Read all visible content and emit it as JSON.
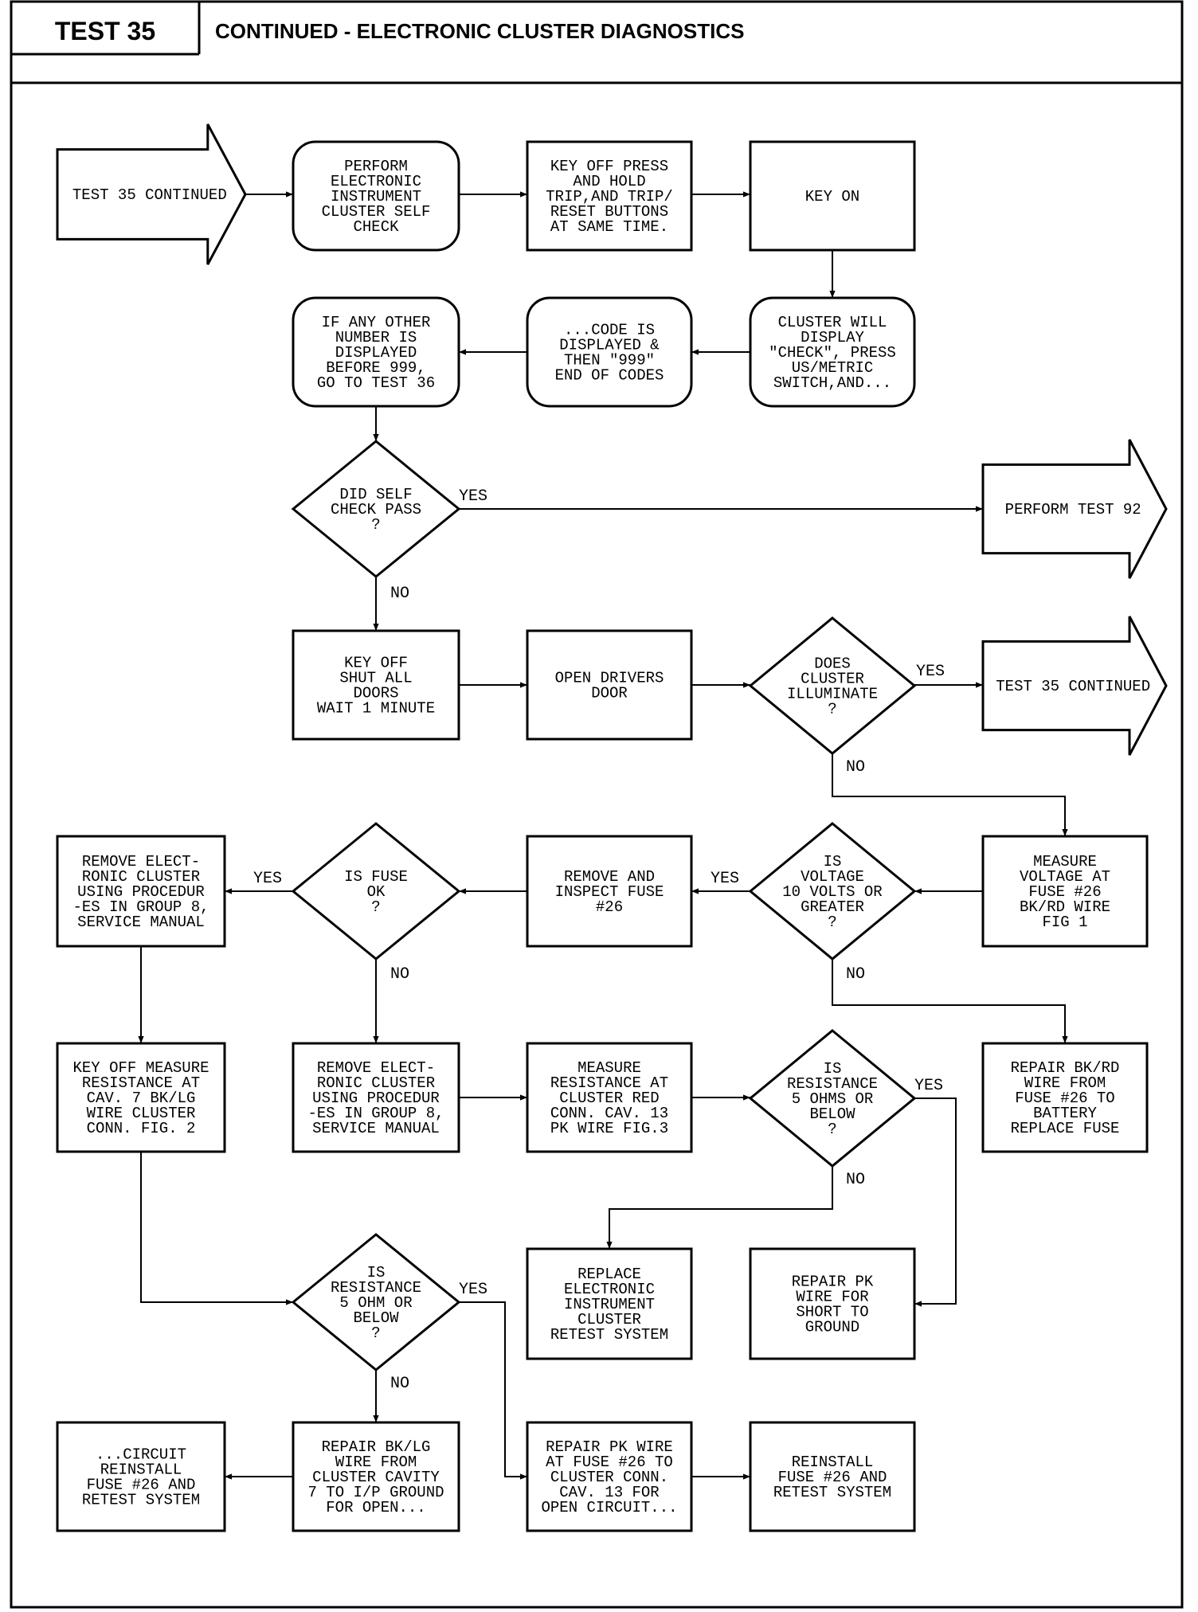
{
  "header": {
    "test_label": "TEST 35",
    "title": "CONTINUED - ELECTRONIC CLUSTER DIAGNOSTICS"
  },
  "nodes": [
    {
      "id": "start",
      "shape": "arrow",
      "lines": [
        "TEST 35 CONTINUED"
      ]
    },
    {
      "id": "self-check",
      "shape": "rounded",
      "lines": [
        "PERFORM",
        "ELECTRONIC",
        "INSTRUMENT",
        "CLUSTER SELF",
        "CHECK"
      ]
    },
    {
      "id": "key-off-press",
      "shape": "rect",
      "lines": [
        "KEY OFF PRESS",
        "AND HOLD",
        "TRIP,AND TRIP/",
        "RESET BUTTONS",
        "AT SAME TIME."
      ]
    },
    {
      "id": "key-on",
      "shape": "rect",
      "lines": [
        "KEY ON"
      ]
    },
    {
      "id": "cluster-display",
      "shape": "rounded",
      "lines": [
        "CLUSTER WILL",
        "DISPLAY",
        "\"CHECK\", PRESS",
        "US/METRIC",
        "SWITCH,AND..."
      ]
    },
    {
      "id": "code-displayed",
      "shape": "rounded",
      "lines": [
        "...CODE IS",
        "DISPLAYED &",
        "THEN \"999\"",
        "END OF CODES"
      ]
    },
    {
      "id": "other-number",
      "shape": "rounded",
      "lines": [
        "IF ANY OTHER",
        "NUMBER IS",
        "DISPLAYED",
        "BEFORE 999,",
        "GO TO TEST 36"
      ]
    },
    {
      "id": "did-pass",
      "shape": "diamond",
      "lines": [
        "DID SELF",
        "CHECK PASS",
        "?"
      ]
    },
    {
      "id": "test-92",
      "shape": "arrow",
      "lines": [
        "PERFORM TEST 92"
      ]
    },
    {
      "id": "shut-doors",
      "shape": "rect",
      "lines": [
        "KEY OFF",
        "SHUT ALL",
        "DOORS",
        "WAIT 1 MINUTE"
      ]
    },
    {
      "id": "open-door",
      "shape": "rect",
      "lines": [
        "OPEN DRIVERS",
        "DOOR"
      ]
    },
    {
      "id": "illuminate",
      "shape": "diamond",
      "lines": [
        "DOES",
        "CLUSTER",
        "ILLUMINATE",
        "?"
      ]
    },
    {
      "id": "test-35-cont",
      "shape": "arrow",
      "lines": [
        "TEST 35 CONTINUED"
      ]
    },
    {
      "id": "measure-voltage",
      "shape": "rect",
      "lines": [
        "MEASURE",
        "VOLTAGE AT",
        "FUSE #26",
        "BK/RD WIRE",
        "FIG 1"
      ]
    },
    {
      "id": "voltage-q",
      "shape": "diamond",
      "lines": [
        "IS",
        "VOLTAGE",
        "10 VOLTS OR",
        "GREATER",
        "?"
      ]
    },
    {
      "id": "remove-fuse",
      "shape": "rect",
      "lines": [
        "REMOVE AND",
        "INSPECT FUSE",
        "#26"
      ]
    },
    {
      "id": "fuse-ok",
      "shape": "diamond",
      "lines": [
        "IS FUSE",
        "OK",
        "?"
      ]
    },
    {
      "id": "remove-cluster-1",
      "shape": "rect",
      "lines": [
        "REMOVE ELECT-",
        "RONIC CLUSTER",
        "USING PROCEDUR",
        "-ES IN GROUP 8,",
        "SERVICE MANUAL"
      ]
    },
    {
      "id": "repair-bkrd",
      "shape": "rect",
      "lines": [
        "REPAIR BK/RD",
        "WIRE FROM",
        "FUSE #26 TO",
        "BATTERY",
        "REPLACE FUSE"
      ]
    },
    {
      "id": "key-off-measure",
      "shape": "rect",
      "lines": [
        "KEY OFF MEASURE",
        "RESISTANCE AT",
        "CAV. 7 BK/LG",
        "WIRE CLUSTER",
        "CONN. FIG. 2"
      ]
    },
    {
      "id": "remove-cluster-2",
      "shape": "rect",
      "lines": [
        "REMOVE ELECT-",
        "RONIC CLUSTER",
        "USING PROCEDUR",
        "-ES IN GROUP 8,",
        "SERVICE MANUAL"
      ]
    },
    {
      "id": "measure-resistance",
      "shape": "rect",
      "lines": [
        "MEASURE",
        "RESISTANCE AT",
        "CLUSTER RED",
        "CONN. CAV. 13",
        "PK WIRE FIG.3"
      ]
    },
    {
      "id": "resistance-5ohms",
      "shape": "diamond",
      "lines": [
        "IS",
        "RESISTANCE",
        "5 OHMS OR",
        "BELOW",
        "?"
      ]
    },
    {
      "id": "replace-cluster",
      "shape": "rect",
      "lines": [
        "REPLACE",
        "ELECTRONIC",
        "INSTRUMENT",
        "CLUSTER",
        "RETEST SYSTEM"
      ]
    },
    {
      "id": "repair-pk-short",
      "shape": "rect",
      "lines": [
        "REPAIR PK",
        "WIRE FOR",
        "SHORT TO",
        "GROUND"
      ]
    },
    {
      "id": "resistance-5ohm",
      "shape": "diamond",
      "lines": [
        "IS",
        "RESISTANCE",
        "5 OHM OR",
        "BELOW",
        "?"
      ]
    },
    {
      "id": "circuit-reinstall",
      "shape": "rect",
      "lines": [
        "...CIRCUIT",
        "REINSTALL",
        "FUSE #26 AND",
        "RETEST SYSTEM"
      ]
    },
    {
      "id": "repair-bklg",
      "shape": "rect",
      "lines": [
        "REPAIR BK/LG",
        "WIRE FROM",
        "CLUSTER CAVITY",
        "7 TO I/P GROUND",
        "FOR OPEN..."
      ]
    },
    {
      "id": "repair-pk-open",
      "shape": "rect",
      "lines": [
        "REPAIR PK WIRE",
        "AT FUSE #26 TO",
        "CLUSTER CONN.",
        "CAV. 13 FOR",
        "OPEN CIRCUIT..."
      ]
    },
    {
      "id": "reinstall-fuse",
      "shape": "rect",
      "lines": [
        "REINSTALL",
        "FUSE #26 AND",
        "RETEST SYSTEM"
      ]
    }
  ],
  "edges": [
    {
      "from": "start",
      "to": "self-check",
      "label": ""
    },
    {
      "from": "self-check",
      "to": "key-off-press",
      "label": ""
    },
    {
      "from": "key-off-press",
      "to": "key-on",
      "label": ""
    },
    {
      "from": "key-on",
      "to": "cluster-display",
      "label": ""
    },
    {
      "from": "cluster-display",
      "to": "code-displayed",
      "label": ""
    },
    {
      "from": "code-displayed",
      "to": "other-number",
      "label": ""
    },
    {
      "from": "other-number",
      "to": "did-pass",
      "label": ""
    },
    {
      "from": "did-pass",
      "to": "test-92",
      "label": "YES"
    },
    {
      "from": "did-pass",
      "to": "shut-doors",
      "label": "NO"
    },
    {
      "from": "shut-doors",
      "to": "open-door",
      "label": ""
    },
    {
      "from": "open-door",
      "to": "illuminate",
      "label": ""
    },
    {
      "from": "illuminate",
      "to": "test-35-cont",
      "label": "YES"
    },
    {
      "from": "illuminate",
      "to": "measure-voltage",
      "label": "NO"
    },
    {
      "from": "measure-voltage",
      "to": "voltage-q",
      "label": ""
    },
    {
      "from": "voltage-q",
      "to": "remove-fuse",
      "label": "YES"
    },
    {
      "from": "voltage-q",
      "to": "repair-bkrd",
      "label": "NO"
    },
    {
      "from": "remove-fuse",
      "to": "fuse-ok",
      "label": ""
    },
    {
      "from": "fuse-ok",
      "to": "remove-cluster-1",
      "label": "YES"
    },
    {
      "from": "fuse-ok",
      "to": "remove-cluster-2",
      "label": "NO"
    },
    {
      "from": "remove-cluster-1",
      "to": "key-off-measure",
      "label": ""
    },
    {
      "from": "remove-cluster-2",
      "to": "measure-resistance",
      "label": ""
    },
    {
      "from": "measure-resistance",
      "to": "resistance-5ohms",
      "label": ""
    },
    {
      "from": "resistance-5ohms",
      "to": "repair-pk-short",
      "label": "YES"
    },
    {
      "from": "resistance-5ohms",
      "to": "replace-cluster",
      "label": "NO"
    },
    {
      "from": "key-off-measure",
      "to": "resistance-5ohm",
      "label": ""
    },
    {
      "from": "resistance-5ohm",
      "to": "repair-pk-open",
      "label": "YES"
    },
    {
      "from": "resistance-5ohm",
      "to": "repair-bklg",
      "label": "NO"
    },
    {
      "from": "repair-bklg",
      "to": "circuit-reinstall",
      "label": ""
    },
    {
      "from": "repair-pk-open",
      "to": "reinstall-fuse",
      "label": ""
    }
  ]
}
